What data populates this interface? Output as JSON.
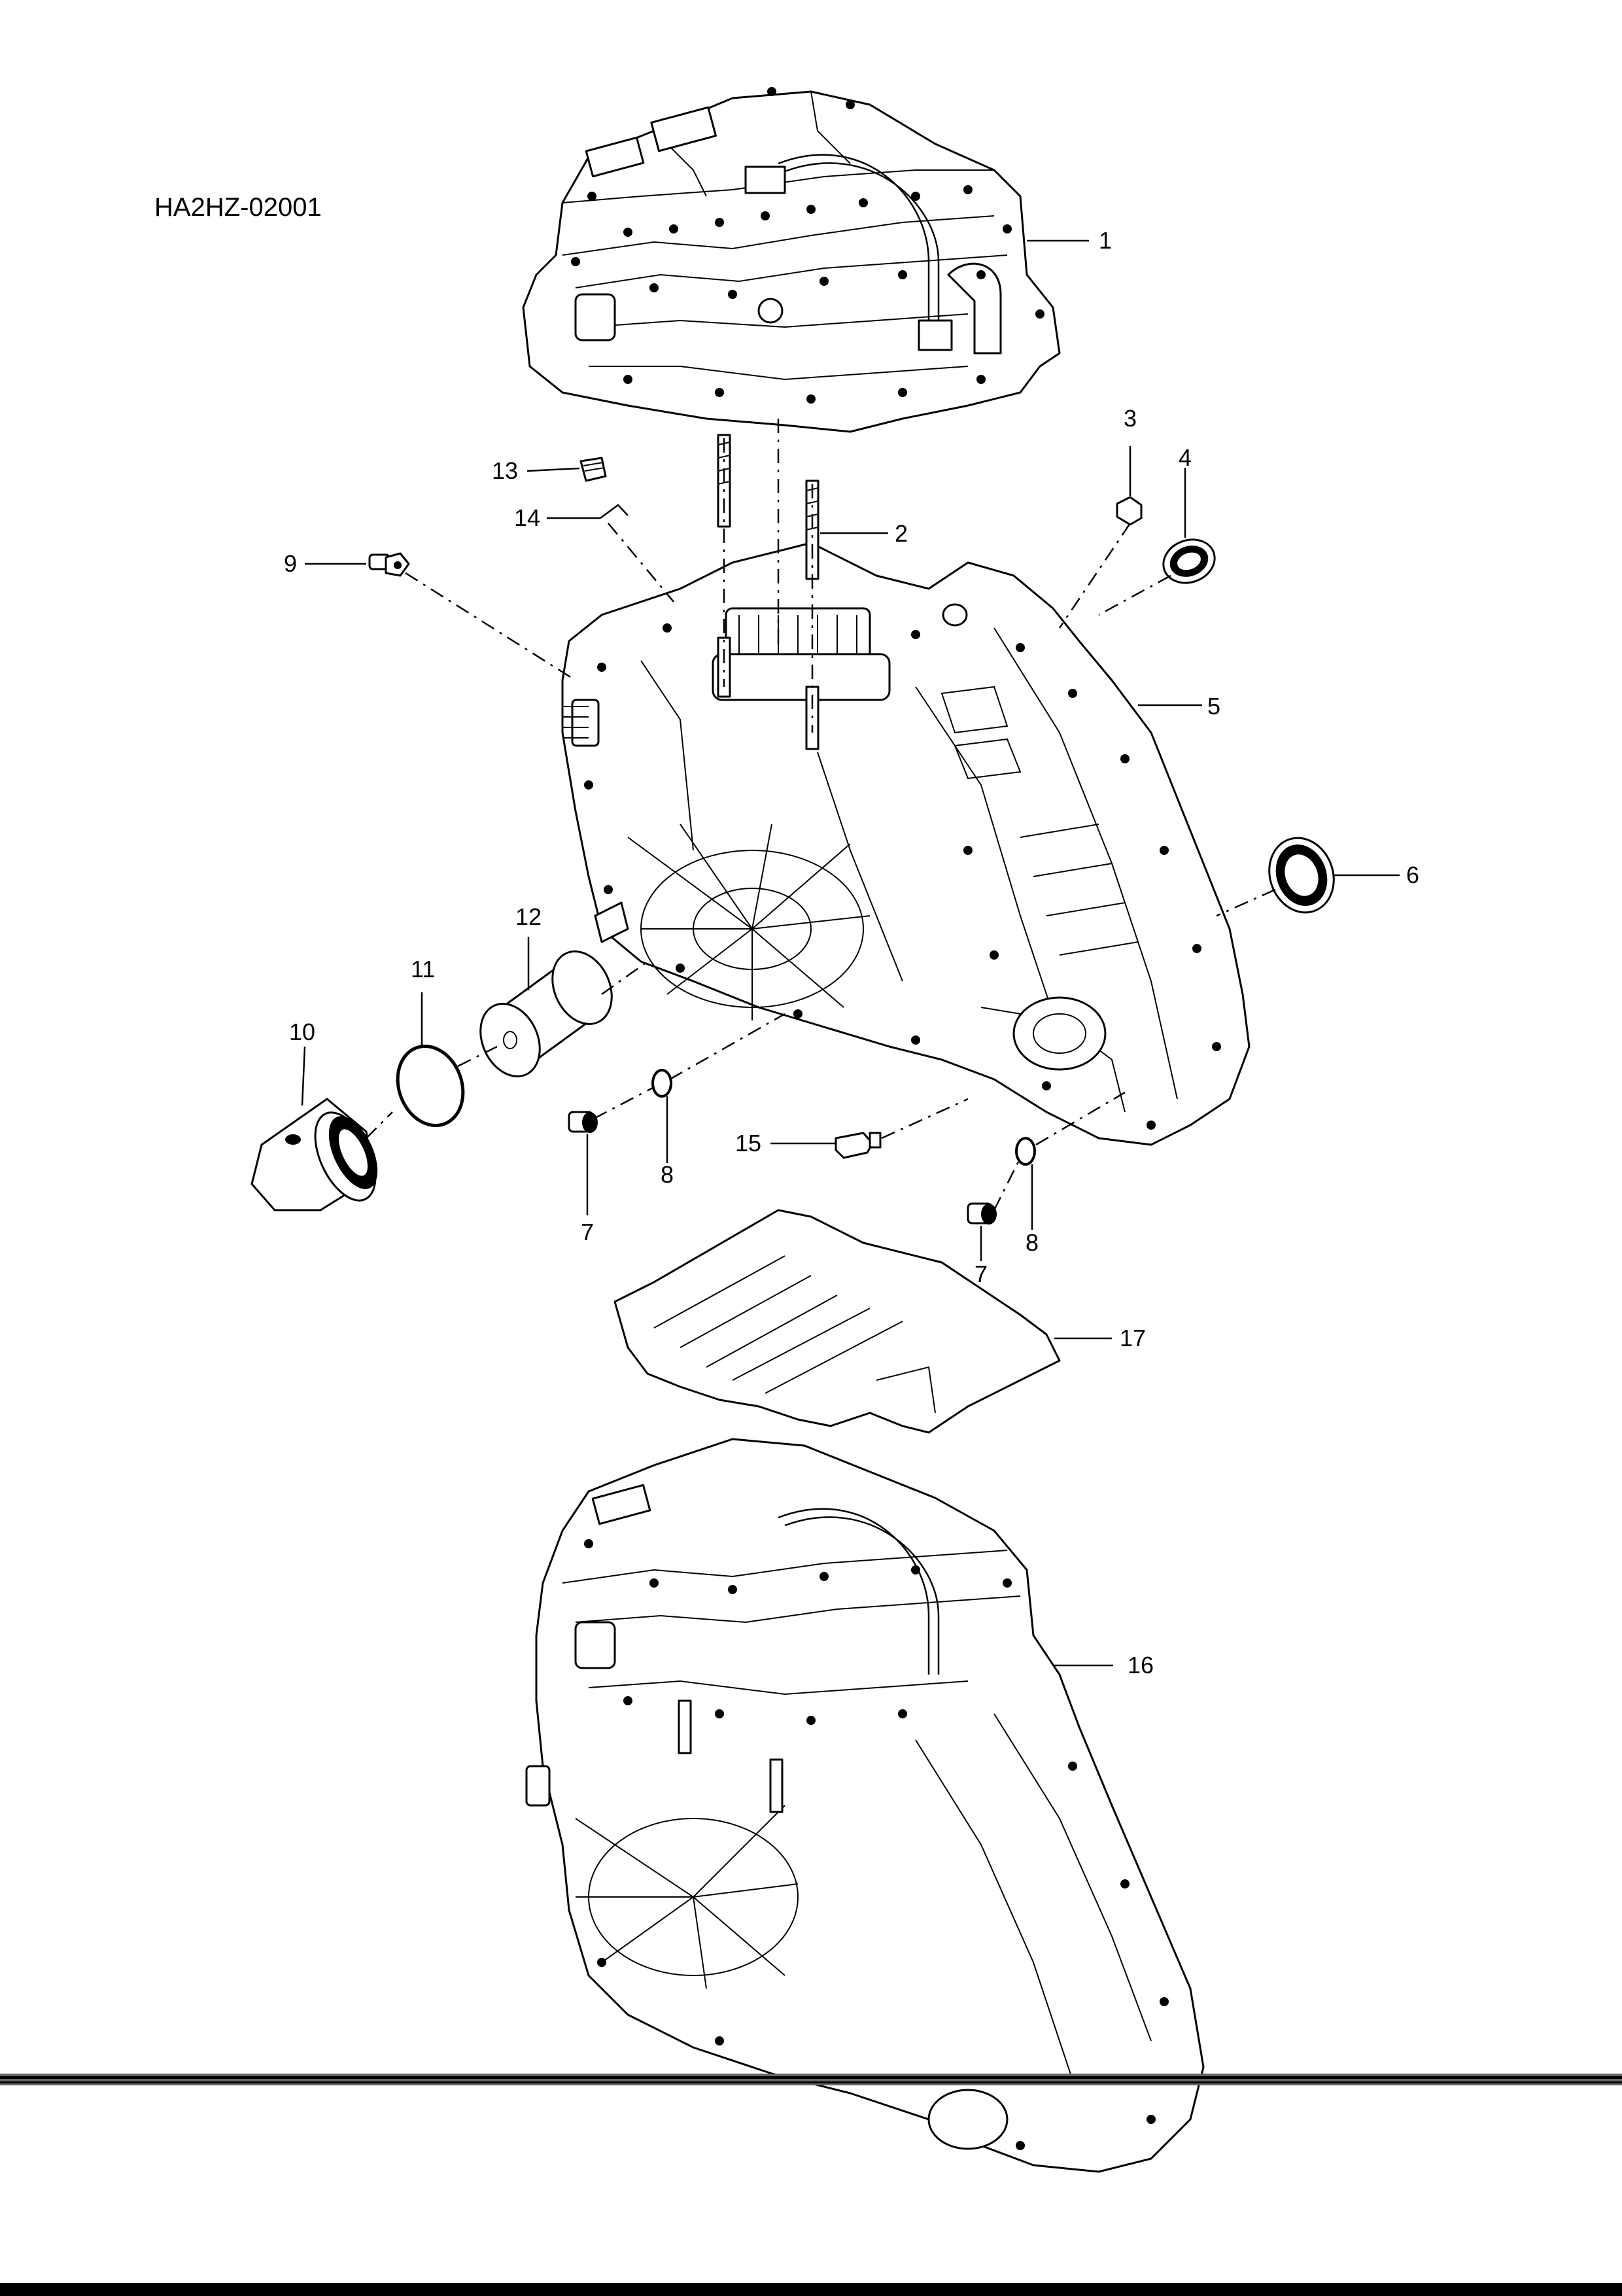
{
  "diagram_code": "HA2HZ-02001",
  "callouts": [
    {
      "id": "c1",
      "label": "1"
    },
    {
      "id": "c2",
      "label": "2"
    },
    {
      "id": "c3",
      "label": "3"
    },
    {
      "id": "c4",
      "label": "4"
    },
    {
      "id": "c5",
      "label": "5"
    },
    {
      "id": "c6",
      "label": "6"
    },
    {
      "id": "c7a",
      "label": "7"
    },
    {
      "id": "c7b",
      "label": "7"
    },
    {
      "id": "c8a",
      "label": "8"
    },
    {
      "id": "c8b",
      "label": "8"
    },
    {
      "id": "c9",
      "label": "9"
    },
    {
      "id": "c10",
      "label": "10"
    },
    {
      "id": "c11",
      "label": "11"
    },
    {
      "id": "c12",
      "label": "12"
    },
    {
      "id": "c13",
      "label": "13"
    },
    {
      "id": "c14",
      "label": "14"
    },
    {
      "id": "c15",
      "label": "15"
    },
    {
      "id": "c16",
      "label": "16"
    },
    {
      "id": "c17",
      "label": "17"
    }
  ]
}
